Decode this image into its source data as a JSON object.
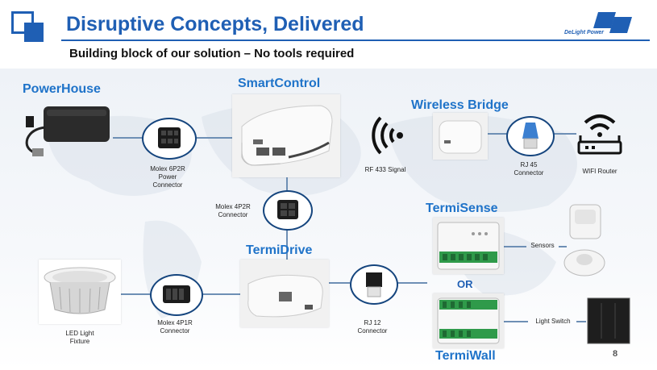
{
  "header": {
    "title": "Disruptive Concepts, Delivered",
    "subtitle": "Building block of our solution – No tools required",
    "brand": "DeLight Power"
  },
  "components": {
    "powerhouse": "PowerHouse",
    "smartcontrol": "SmartControl",
    "wireless_bridge": "Wireless Bridge",
    "termisense": "TermiSense",
    "termidrive": "TermiDrive",
    "termiwall": "TermiWall"
  },
  "labels": {
    "molex_6p2r": "Molex 6P2R\nPower\nConnector",
    "molex_4p2r": "Molex 4P2R\nConnector",
    "rf_signal": "RF 433 Signal",
    "rj45": "RJ 45\nConnector",
    "wifi_router": "WIFI Router",
    "sensors": "Sensors",
    "or": "OR",
    "light_switch": "Light Switch",
    "led_fixture": "LED Light\nFixture",
    "molex_4p1r": "Molex 4P1R\nConnector",
    "rj12": "RJ 12\nConnector"
  },
  "page_number": "8",
  "colors": {
    "accent": "#1f73c9",
    "title": "#1f5fb4",
    "ring": "#15457e"
  }
}
